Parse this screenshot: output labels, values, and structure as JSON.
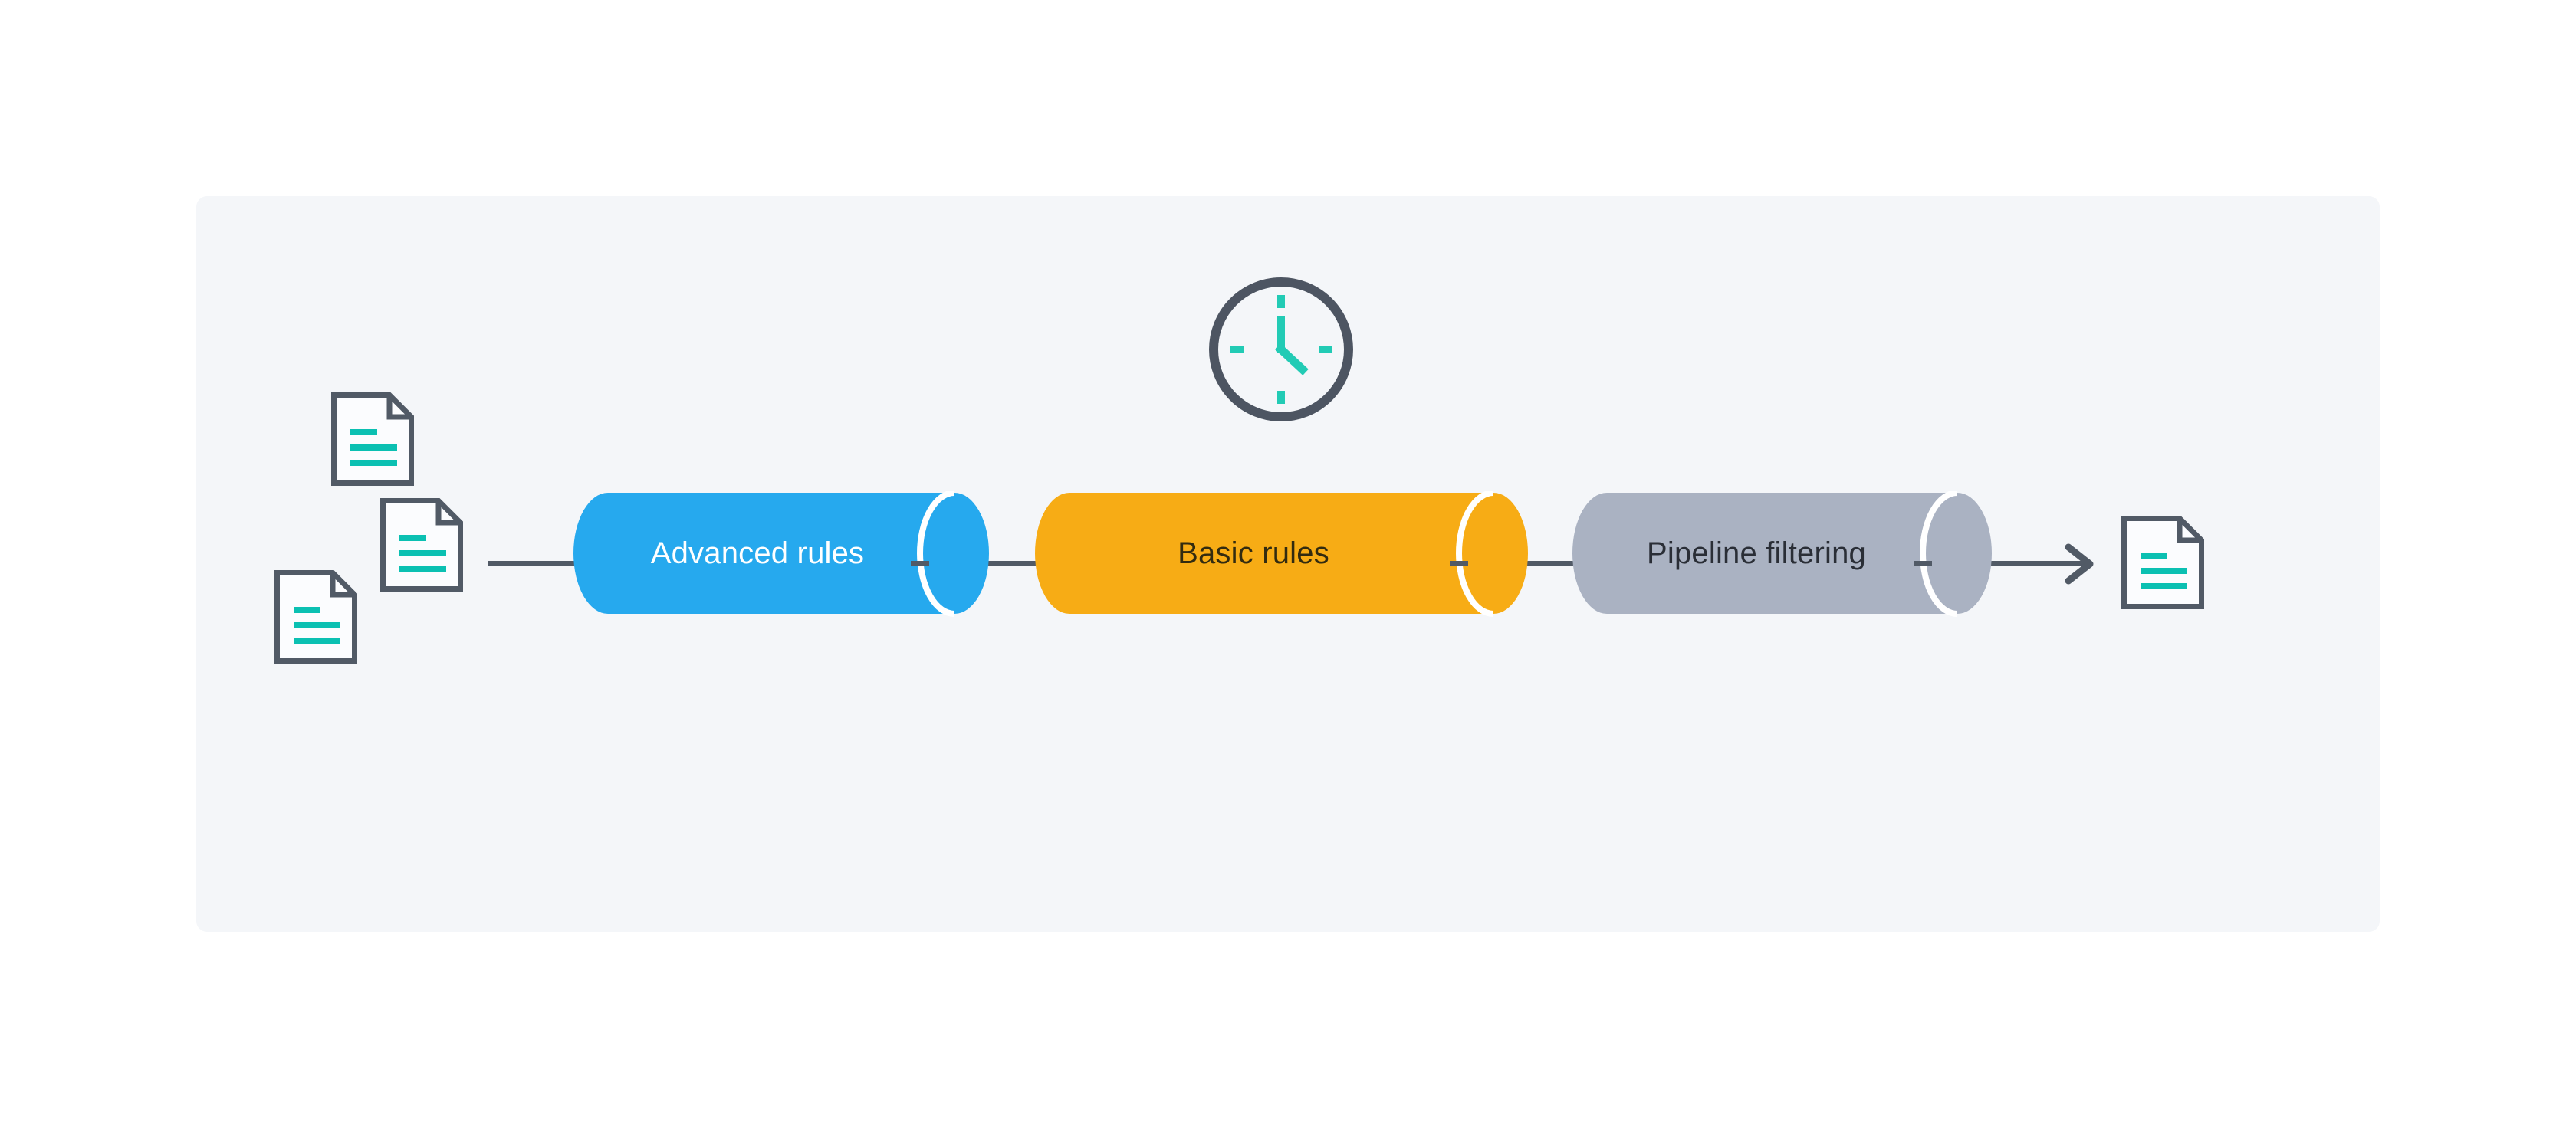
{
  "diagram": {
    "title_semantic": "document processing pipeline flow",
    "panel_bg": "#F4F6F9",
    "page_bg": "#FFFFFF"
  },
  "colors": {
    "outline": "#515A66",
    "clock_outline": "#4D5562",
    "teal": "#0BC0B2",
    "clock_teal": "#22CBB5",
    "white_gap": "#FFFFFF",
    "doc_fill": "#FBFCFE"
  },
  "pipeline": {
    "stages": [
      {
        "label": "Advanced rules",
        "fill": "#26A9EE",
        "text_color": "#FFFFFF"
      },
      {
        "label": "Basic rules",
        "fill": "#F7AC15",
        "text_color": "#322B10"
      },
      {
        "label": "Pipeline filtering",
        "fill": "#AAB2C2",
        "text_color": "#2A2E36"
      }
    ]
  },
  "icons": {
    "clock": "clock-icon showing five o'clock",
    "input_documents": [
      "document-icon",
      "document-icon",
      "document-icon"
    ],
    "output_document": "document-icon",
    "arrow": "right-arrow-icon"
  }
}
